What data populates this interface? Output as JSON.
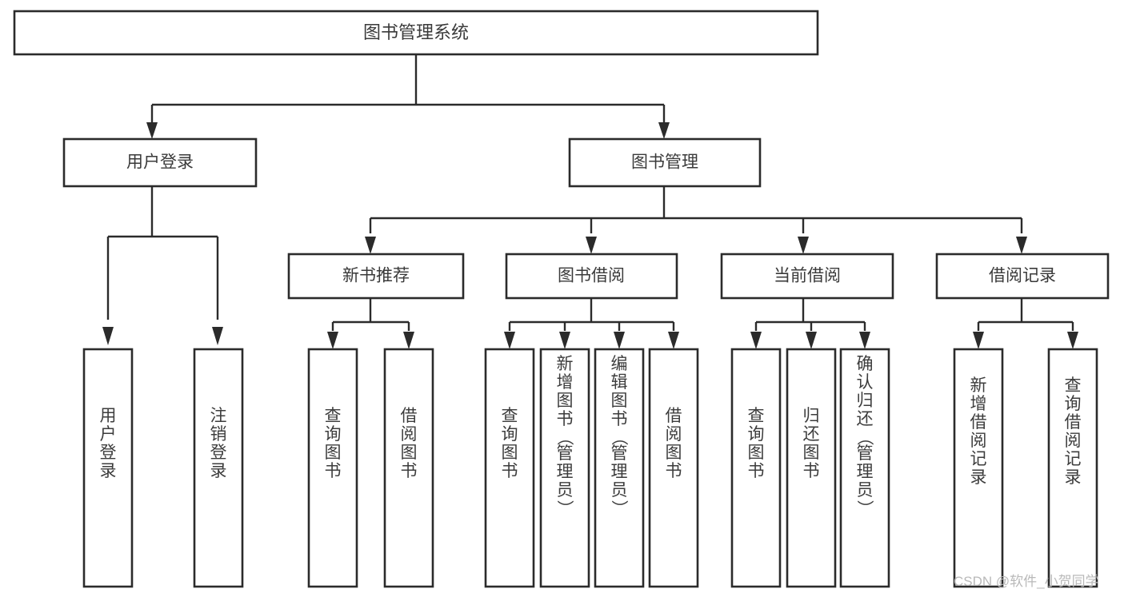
{
  "diagram": {
    "title": "图书管理系统",
    "type": "tree-hierarchy",
    "root": {
      "label": "图书管理系统"
    },
    "level2": [
      {
        "label": "用户登录"
      },
      {
        "label": "图书管理"
      }
    ],
    "level3": [
      {
        "label": "新书推荐"
      },
      {
        "label": "图书借阅"
      },
      {
        "label": "当前借阅"
      },
      {
        "label": "借阅记录"
      }
    ],
    "leaves": {
      "user_login": [
        {
          "label": "用户登录"
        },
        {
          "label": "注销登录"
        }
      ],
      "new_book_recommend": [
        {
          "label": "查询图书"
        },
        {
          "label": "借阅图书"
        }
      ],
      "book_borrow": [
        {
          "label": "查询图书"
        },
        {
          "label": "新增图书（管理员）"
        },
        {
          "label": "编辑图书（管理员）"
        },
        {
          "label": "借阅图书"
        }
      ],
      "current_borrow": [
        {
          "label": "查询图书"
        },
        {
          "label": "归还图书"
        },
        {
          "label": "确认归还（管理员）"
        }
      ],
      "borrow_record": [
        {
          "label": "新增借阅记录"
        },
        {
          "label": "查询借阅记录"
        }
      ]
    }
  },
  "watermark": {
    "text": "CSDN @软件_小贺同学"
  },
  "colors": {
    "box_stroke": "#2b2b2b",
    "box_fill": "#ffffff",
    "text": "#3a3a3a",
    "connector": "#2b2b2b",
    "watermark": "#b9b9b9",
    "background": "#ffffff"
  }
}
